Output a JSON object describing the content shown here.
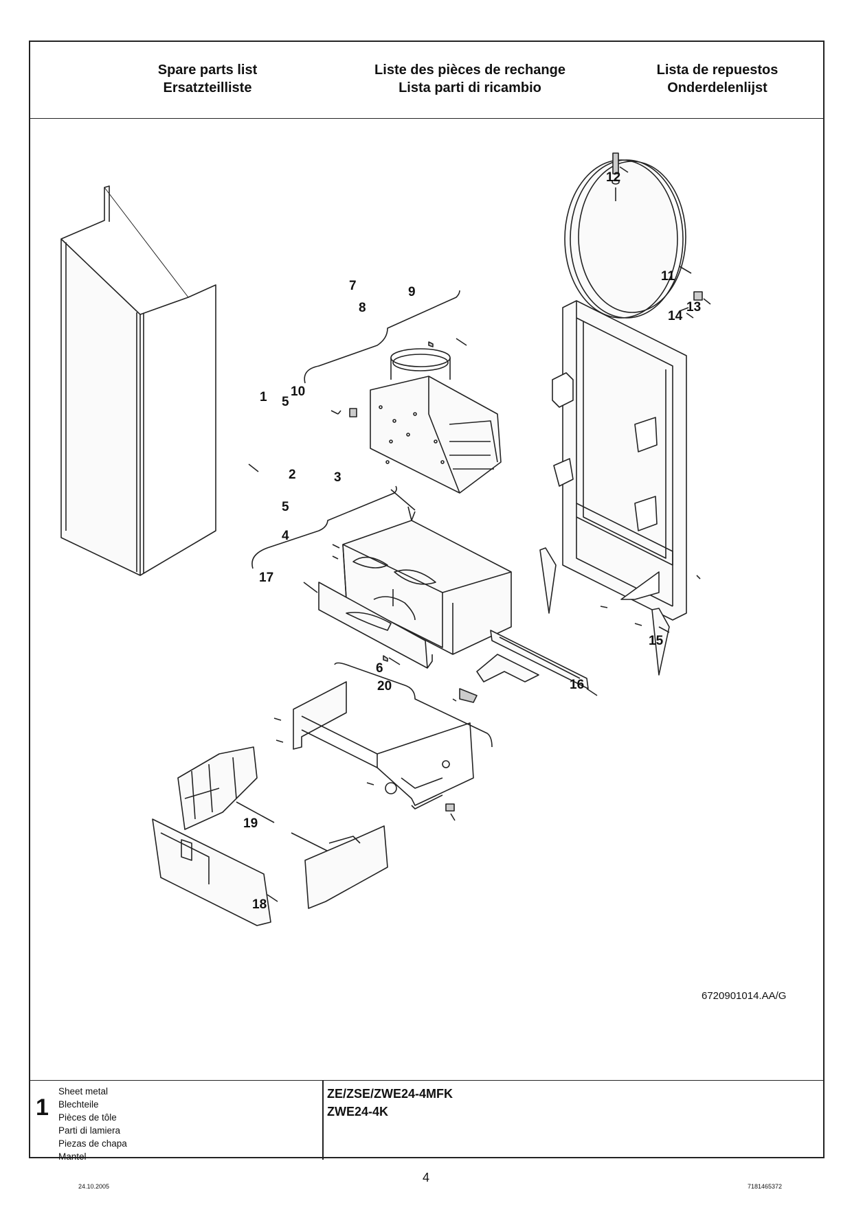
{
  "header": {
    "col1": [
      "Spare parts list",
      "Ersatzteilliste"
    ],
    "col2": [
      "Liste des pièces de rechange",
      "Lista parti di ricambio"
    ],
    "col3": [
      "Lista de repuestos",
      "Onderdelenlijst"
    ]
  },
  "drawing": {
    "callouts": [
      "12",
      "11",
      "13",
      "14",
      "7",
      "9",
      "8",
      "1",
      "10",
      "5",
      "2",
      "3",
      "5",
      "4",
      "17",
      "6",
      "20",
      "16",
      "15",
      "19",
      "18"
    ],
    "code": "6720901014.AA/G"
  },
  "footer": {
    "section_number": "1",
    "descriptions": [
      "Sheet metal",
      "Blechteile",
      "Pièces de tôle",
      "Parti di lamiera",
      "Piezas de chapa",
      "Mantel"
    ],
    "models": [
      "ZE/ZSE/ZWE24-4MFK",
      "ZWE24-4K"
    ]
  },
  "page_number": "4",
  "date": "24.10.2005",
  "document_number": "7181465372"
}
